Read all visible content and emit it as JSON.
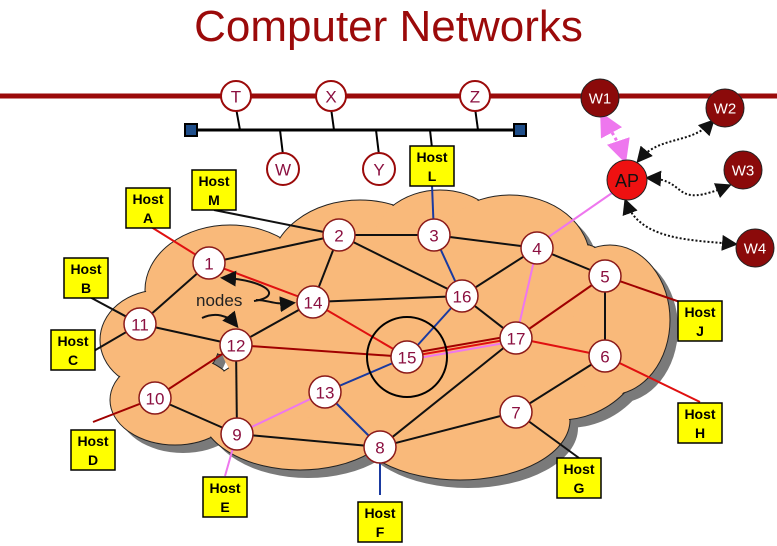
{
  "title": "Computer Networks",
  "annotation": "nodes",
  "bus_stations_top": [
    "T",
    "X",
    "Z"
  ],
  "bus_stations_bottom": [
    "W",
    "Y"
  ],
  "wireless": {
    "access_point": "AP",
    "stations": [
      "W1",
      "W2",
      "W3",
      "W4"
    ]
  },
  "nodes": [
    "1",
    "2",
    "3",
    "4",
    "5",
    "6",
    "7",
    "8",
    "9",
    "10",
    "11",
    "12",
    "13",
    "14",
    "15",
    "16",
    "17"
  ],
  "hosts": [
    {
      "id": "A",
      "line1": "Host",
      "line2": "A"
    },
    {
      "id": "B",
      "line1": "Host",
      "line2": "B"
    },
    {
      "id": "C",
      "line1": "Host",
      "line2": "C"
    },
    {
      "id": "D",
      "line1": "Host",
      "line2": "D"
    },
    {
      "id": "E",
      "line1": "Host",
      "line2": "E"
    },
    {
      "id": "F",
      "line1": "Host",
      "line2": "F"
    },
    {
      "id": "G",
      "line1": "Host",
      "line2": "G"
    },
    {
      "id": "H",
      "line1": "Host",
      "line2": "H"
    },
    {
      "id": "J",
      "line1": "Host",
      "line2": "J"
    },
    {
      "id": "L",
      "line1": "Host",
      "line2": "L"
    },
    {
      "id": "M",
      "line1": "Host",
      "line2": "M"
    }
  ],
  "colors": {
    "title": "#9b0a0a",
    "bus_line": "#9b0a0a",
    "cloud": "#f9b97a",
    "host_box": "#ffff00",
    "wireless_node": "#8b0a0a",
    "access_point": "#ee1111",
    "path_red": "#e01010",
    "path_darkred": "#a00000",
    "path_blue": "#1a3aa0",
    "path_pink": "#ee77ee"
  },
  "links": {
    "black": [
      [
        "1",
        "2"
      ],
      [
        "2",
        "3"
      ],
      [
        "2",
        "14"
      ],
      [
        "2",
        "16"
      ],
      [
        "3",
        "4"
      ],
      [
        "4",
        "16"
      ],
      [
        "4",
        "5"
      ],
      [
        "14",
        "16"
      ],
      [
        "16",
        "17"
      ],
      [
        "5",
        "6"
      ],
      [
        "1",
        "11"
      ],
      [
        "11",
        "12"
      ],
      [
        "12",
        "14"
      ],
      [
        "12",
        "9"
      ],
      [
        "10",
        "9"
      ],
      [
        "9",
        "8"
      ],
      [
        "8",
        "17"
      ],
      [
        "8",
        "7"
      ],
      [
        "7",
        "6"
      ]
    ],
    "red": [
      [
        "1",
        "14"
      ],
      [
        "14",
        "15"
      ],
      [
        "17",
        "6"
      ]
    ],
    "darkred": [
      [
        "12",
        "15"
      ],
      [
        "17",
        "5"
      ],
      [
        "15",
        "17"
      ],
      [
        "12",
        "10"
      ]
    ],
    "blue": [
      [
        "3",
        "16"
      ],
      [
        "16",
        "15"
      ],
      [
        "15",
        "13"
      ],
      [
        "13",
        "8"
      ]
    ],
    "pink": [
      [
        "17",
        "4"
      ],
      [
        "15",
        "17"
      ],
      [
        "13",
        "9"
      ]
    ]
  }
}
